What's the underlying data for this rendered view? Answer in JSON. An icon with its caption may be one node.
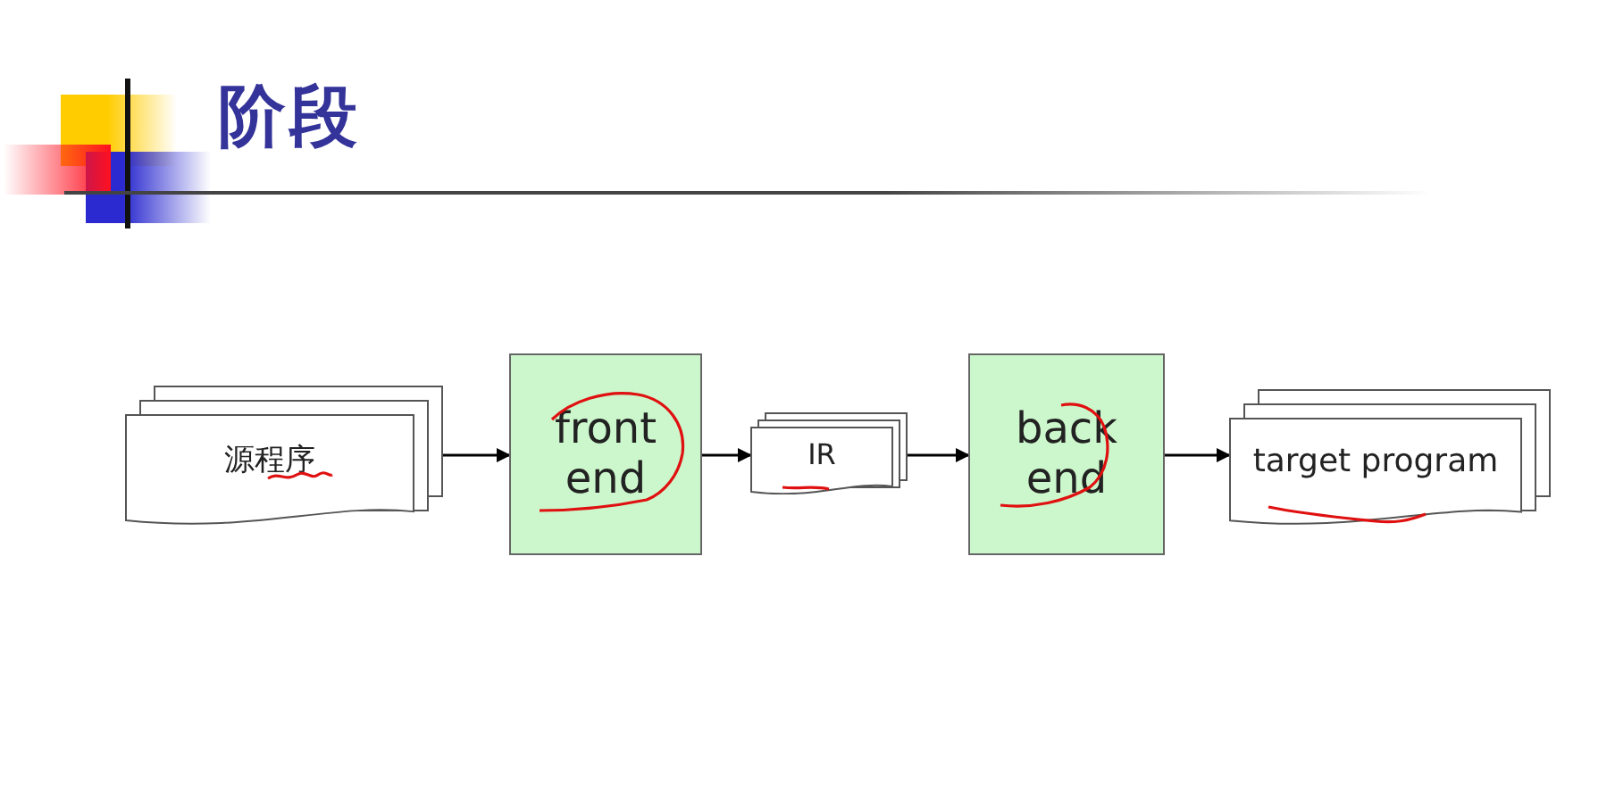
{
  "diagram": {
    "title": "阶段",
    "nodes": [
      {
        "text": [
          "源程序"
        ]
      },
      {
        "text": [
          "front end"
        ]
      },
      {
        "text": [
          "IR"
        ]
      },
      {
        "text": [
          "back end"
        ]
      },
      {
        "text": [
          "target program"
        ]
      }
    ],
    "edges": [
      {
        "from": 0,
        "to": 1,
        "arrow": "to"
      },
      {
        "from": 1,
        "to": 2,
        "arrow": "to"
      },
      {
        "from": 2,
        "to": 3,
        "arrow": "to"
      },
      {
        "from": 3,
        "to": 4,
        "arrow": "to"
      }
    ]
  }
}
